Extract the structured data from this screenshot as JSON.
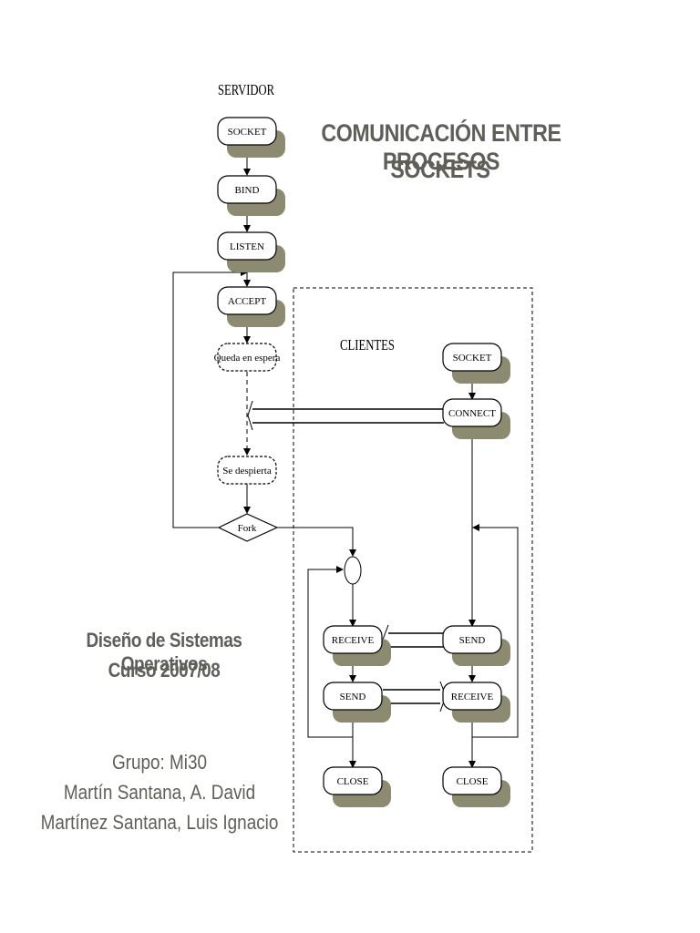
{
  "header": {
    "title_line1": "COMUNICACIÓN ENTRE PROCESOS",
    "title_line2": "SOCKETS"
  },
  "course": {
    "line1": "Diseño de Sistemas Operativos",
    "line2": "Curso 2007/08"
  },
  "group": {
    "line1": "Grupo: Mi30",
    "line2": "Martín Santana, A. David",
    "line3": "Martínez Santana, Luis Ignacio"
  },
  "server": {
    "label": "SERVIDOR",
    "nodes": {
      "socket": "SOCKET",
      "bind": "BIND",
      "listen": "LISTEN",
      "accept": "ACCEPT",
      "wait": "Queda en espera",
      "wake": "Se despierta",
      "fork": "Fork",
      "receive": "RECEIVE",
      "send": "SEND",
      "close": "CLOSE"
    }
  },
  "client": {
    "label": "CLIENTES",
    "nodes": {
      "socket": "SOCKET",
      "connect": "CONNECT",
      "send": "SEND",
      "receive": "RECEIVE",
      "close": "CLOSE"
    }
  },
  "colors": {
    "shadow": "#8c8a70",
    "text_gray": "#5f5f58",
    "line": "#000000"
  }
}
